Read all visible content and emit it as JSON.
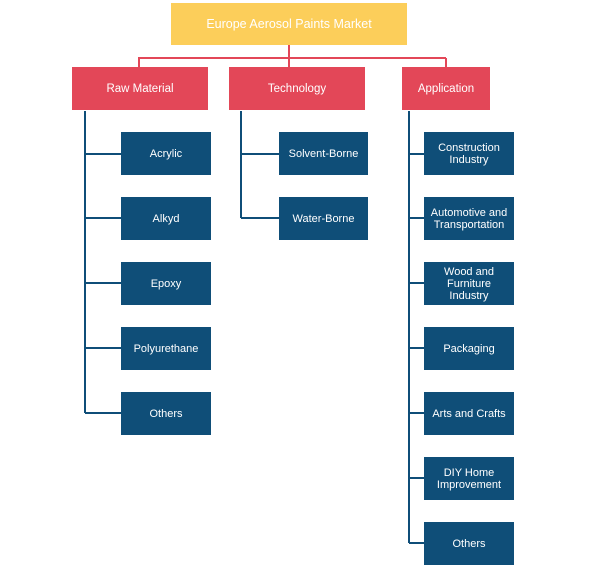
{
  "title": "Europe Aerosol Paints Market",
  "colors": {
    "root": "#fcce5a",
    "category": "#e34758",
    "leaf": "#0f4e78",
    "root_connector": "#e34758",
    "branch_connector": "#0f4e78"
  },
  "categories": [
    {
      "label": "Raw Material",
      "items": [
        "Acrylic",
        "Alkyd",
        "Epoxy",
        "Polyurethane",
        "Others"
      ]
    },
    {
      "label": "Technology",
      "items": [
        "Solvent-Borne",
        "Water-Borne"
      ]
    },
    {
      "label": "Application",
      "items": [
        "Construction\nIndustry",
        "Automotive and\nTransportation",
        "Wood and\nFurniture Industry",
        "Packaging",
        "Arts and Crafts",
        "DIY Home\nImprovement",
        "Others"
      ]
    }
  ]
}
